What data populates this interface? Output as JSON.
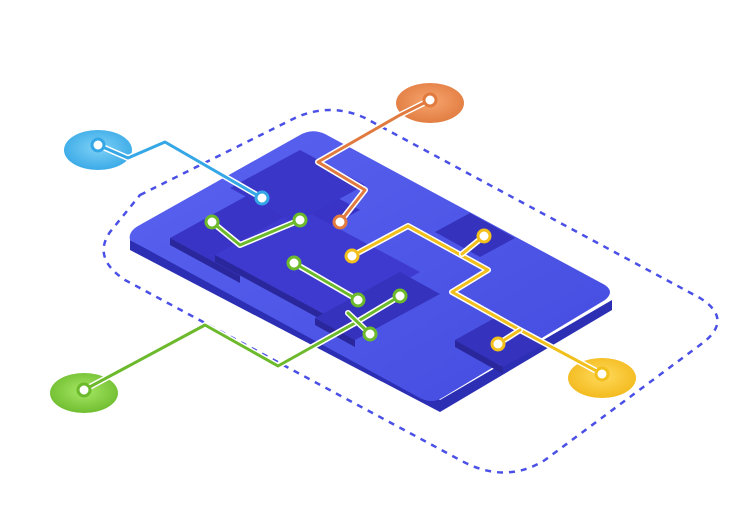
{
  "colors": {
    "background": "#ffffff",
    "board_top": "#4a50e6",
    "board_side": "#2c2fb4",
    "chip": "#3a36c8",
    "chip_dark": "#2e2aa8",
    "boundary": "#4a50e6",
    "trace_blue": "#35a7e6",
    "trace_orange": "#e07a3e",
    "trace_yellow": "#f2c01c",
    "trace_green": "#6cba2c",
    "node_white": "#ffffff"
  },
  "icons": {
    "board": "circuit-board-icon",
    "boundary": "dashed-boundary-icon",
    "endpoint": "connection-node-icon"
  },
  "endpoints": [
    {
      "name": "blue-endpoint",
      "color": "#35a7e6"
    },
    {
      "name": "orange-endpoint",
      "color": "#e07a3e"
    },
    {
      "name": "green-endpoint",
      "color": "#6cba2c"
    },
    {
      "name": "yellow-endpoint",
      "color": "#f2c01c"
    }
  ]
}
